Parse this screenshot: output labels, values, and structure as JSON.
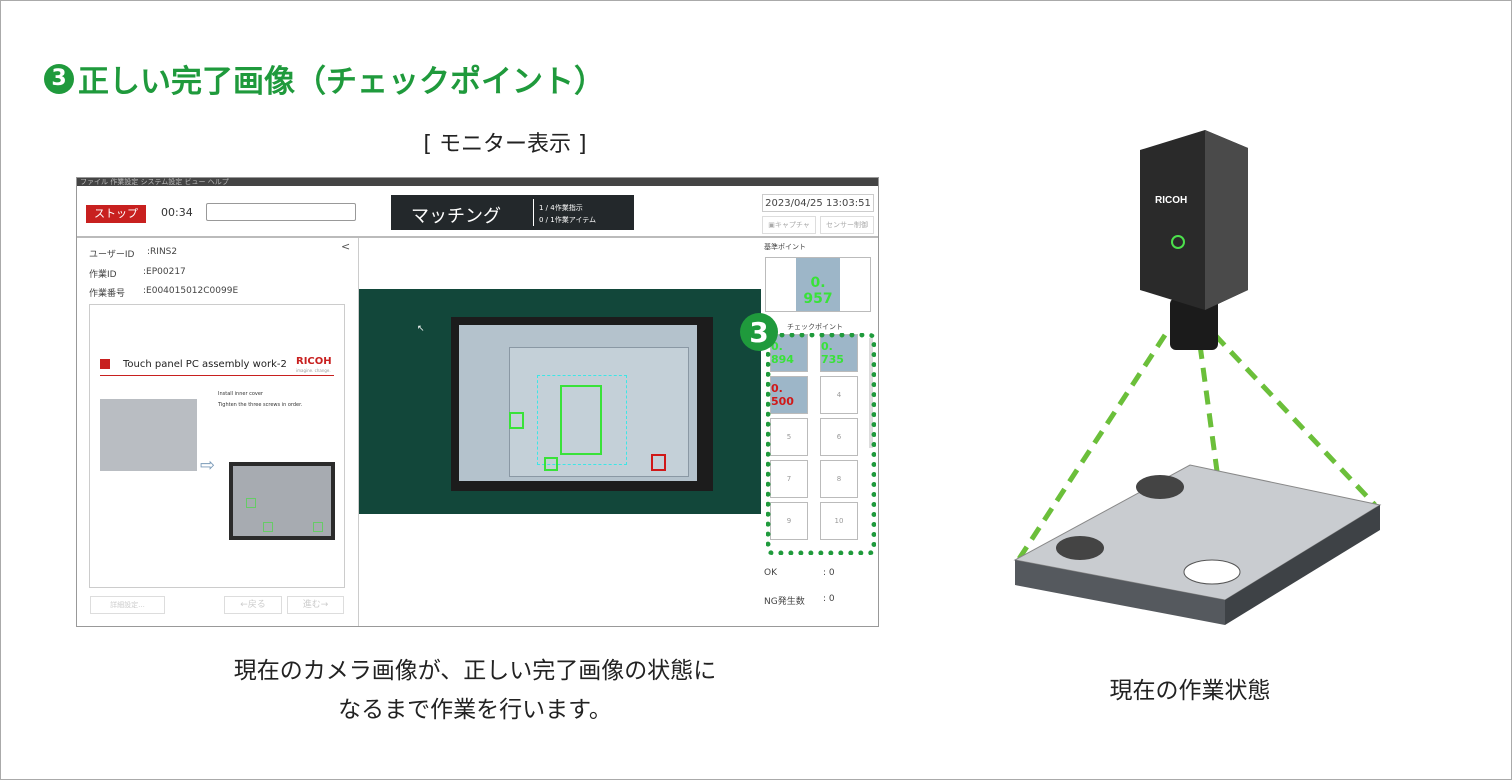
{
  "heading": {
    "number": "3",
    "text": "正しい完了画像（チェックポイント）"
  },
  "subtitle": "[ モニター表示 ]",
  "monitor": {
    "menu": "ファイル 作業設定 システム設定 ビュー ヘルプ",
    "stop_label": "ストップ",
    "timer": "00:34",
    "mode": "マッチング",
    "instruction_progress": "1 / 4作業指示",
    "item_progress": "0 / 1作業アイテム",
    "datetime": "2023/04/25 13:03:51",
    "capture_label": "キャプチャ",
    "sensor_label": "センサー制御",
    "collapse": "<",
    "user_id": {
      "label": "ユーザーID",
      "value": ":RINS2"
    },
    "work_id": {
      "label": "作業ID",
      "value": ":EP00217"
    },
    "work_number": {
      "label": "作業番号",
      "value": ":E004015012C0099E"
    },
    "doc": {
      "title": "Touch panel PC assembly work-2",
      "brand": "RICOH",
      "tagline": "imagine. change.",
      "step1": "Install inner cover",
      "step2": "Tighten the three screws in order."
    },
    "detail_button": "詳細設定...",
    "back_button": "←戻る",
    "next_button": "進む→",
    "reference_label": "基準ポイント",
    "reference_score": "0. 957",
    "checkpoint_label": "チェックポイント",
    "checkpoints": [
      {
        "label": "0. 894",
        "status": "ok"
      },
      {
        "label": "0. 735",
        "status": "ok"
      },
      {
        "label": "0. 500",
        "status": "ng"
      },
      {
        "label": "4"
      },
      {
        "label": "5"
      },
      {
        "label": "6"
      },
      {
        "label": "7"
      },
      {
        "label": "8"
      },
      {
        "label": "9"
      },
      {
        "label": "10"
      }
    ],
    "ok": {
      "label": "OK",
      "value": ": 0"
    },
    "ng": {
      "label": "NG発生数",
      "value": ": 0"
    }
  },
  "callout_number": "3",
  "camera_brand": "RICOH",
  "caption_left_1": "現在のカメラ画像が、正しい完了画像の状態に",
  "caption_left_2": "なるまで作業を行います。",
  "caption_right": "現在の作業状態",
  "colors": {
    "accent": "#1f9a3c",
    "stop": "#c8201f",
    "ok": "#39e239",
    "ng": "#d01818"
  }
}
